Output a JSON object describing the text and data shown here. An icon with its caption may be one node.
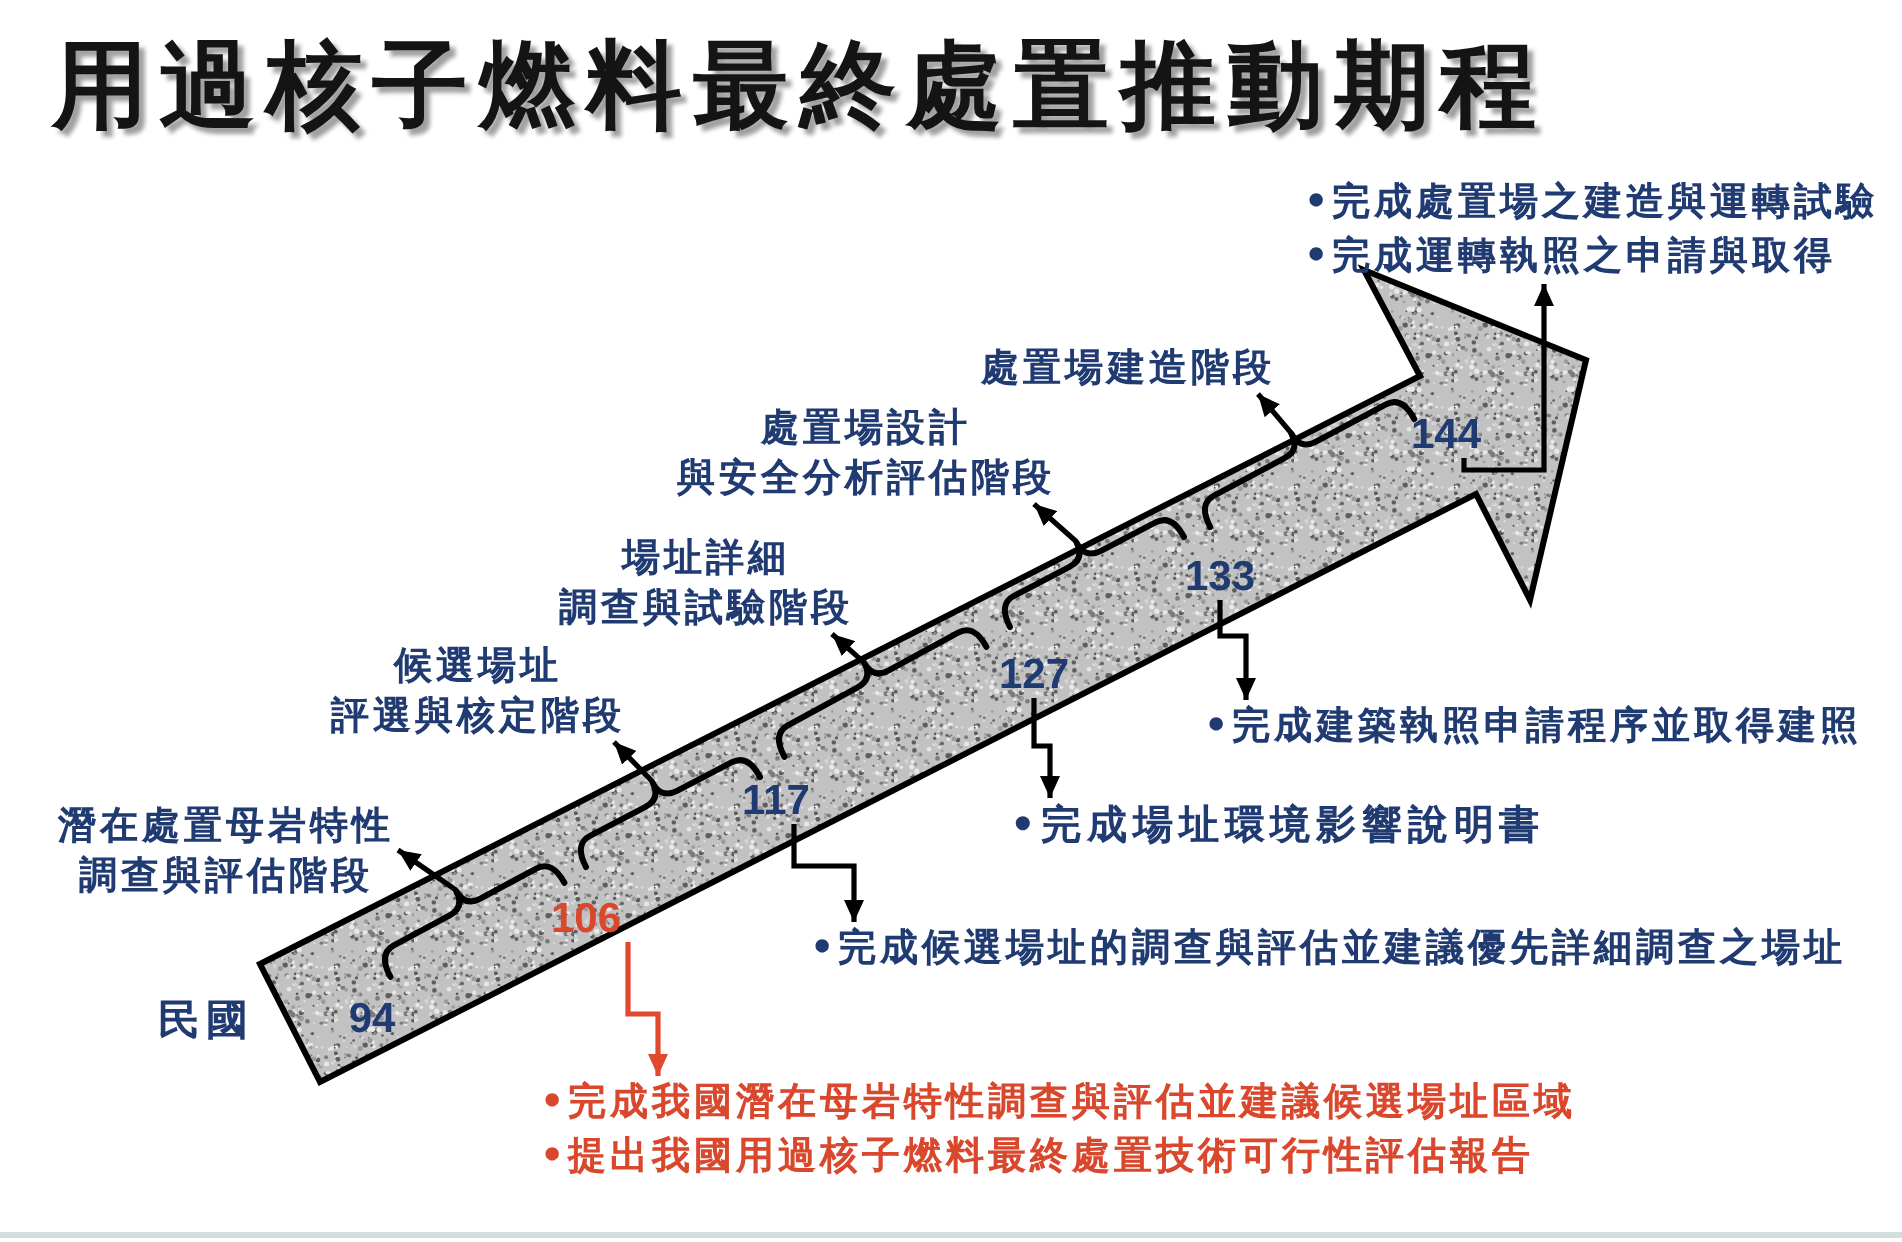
{
  "diagram": {
    "title": "用過核子燃料最終處置推動期程",
    "nodes": [
      {
        "text": [],
        "shape": "arrow"
      },
      {
        "text": [
          "94"
        ],
        "in": 0
      },
      {
        "text": [
          "106"
        ],
        "in": 0
      },
      {
        "text": [
          "117"
        ],
        "in": 0
      },
      {
        "text": [
          "127"
        ],
        "in": 0
      },
      {
        "text": [
          "133"
        ],
        "in": 0
      },
      {
        "text": [
          "144"
        ],
        "in": 0
      },
      {
        "text": [],
        "shape": "brace",
        "in": 0
      },
      {
        "text": [],
        "shape": "brace",
        "in": 0
      },
      {
        "text": [],
        "shape": "brace",
        "in": 0
      },
      {
        "text": [],
        "shape": "brace",
        "in": 0
      },
      {
        "text": [],
        "shape": "brace",
        "in": 0
      },
      {
        "text": [
          "潛在處置母岩特性調查與評估階段"
        ]
      },
      {
        "text": [
          "候選場址評選與核定階段"
        ]
      },
      {
        "text": [
          "場址詳細調查與試驗階段"
        ]
      },
      {
        "text": [
          "處置場設計與安全分析評估階段"
        ]
      },
      {
        "text": [
          "處置場建造階段"
        ]
      },
      {
        "text": [
          "•完成我國潛在母岩特性調查與評估並建議候選場址區域",
          "•提出我國用過核子燃料最終處置技術可行性評估報告"
        ]
      },
      {
        "text": [
          "•完成候選場址的調查與評估並建議優先詳細調查之場址"
        ]
      },
      {
        "text": [
          "•完成場址環境影響說明書"
        ]
      },
      {
        "text": [
          "•完成建築執照申請程序並取得建照"
        ]
      },
      {
        "text": [
          "•完成處置場之建造與運轉試驗",
          "•完成運轉執照之申請與取得"
        ]
      }
    ],
    "edges": [
      {
        "from": 7,
        "to": 12,
        "arrow": "to"
      },
      {
        "from": 8,
        "to": 13,
        "arrow": "to"
      },
      {
        "from": 9,
        "to": 14,
        "arrow": "to"
      },
      {
        "from": 10,
        "to": 15,
        "arrow": "to"
      },
      {
        "from": 11,
        "to": 16,
        "arrow": "to"
      },
      {
        "from": 2,
        "to": 17,
        "arrow": "to",
        "color": "#e0492e"
      },
      {
        "from": 3,
        "to": 18,
        "arrow": "to"
      },
      {
        "from": 4,
        "to": 19,
        "arrow": "to"
      },
      {
        "from": 5,
        "to": 20,
        "arrow": "to"
      },
      {
        "from": 6,
        "to": 21,
        "arrow": "to"
      }
    ],
    "labels": [
      "民國"
    ]
  }
}
